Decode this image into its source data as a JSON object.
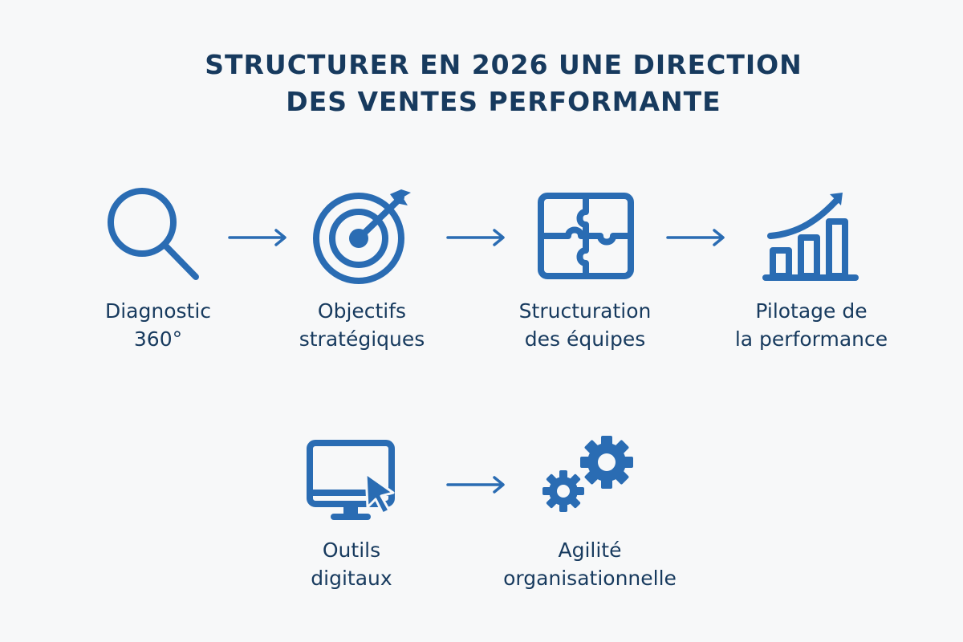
{
  "title": {
    "line1": "STRUCTURER EN 2026 UNE DIRECTION",
    "line2": "DES VENTES PERFORMANTE"
  },
  "colors": {
    "accent": "#2a6cb3",
    "text": "#173a5e",
    "background": "#f7f8f9"
  },
  "steps": [
    {
      "icon": "magnifier-icon",
      "line1": "Diagnostic",
      "line2": "360°"
    },
    {
      "icon": "target-icon",
      "line1": "Objectifs",
      "line2": "stratégiques"
    },
    {
      "icon": "puzzle-icon",
      "line1": "Structuration",
      "line2": "des équipes"
    },
    {
      "icon": "growth-chart-icon",
      "line1": "Pilotage de",
      "line2": "la performance"
    },
    {
      "icon": "monitor-cursor-icon",
      "line1": "Outils",
      "line2": "digitaux"
    },
    {
      "icon": "gears-icon",
      "line1": "Agilité",
      "line2": "organisationnelle"
    }
  ]
}
